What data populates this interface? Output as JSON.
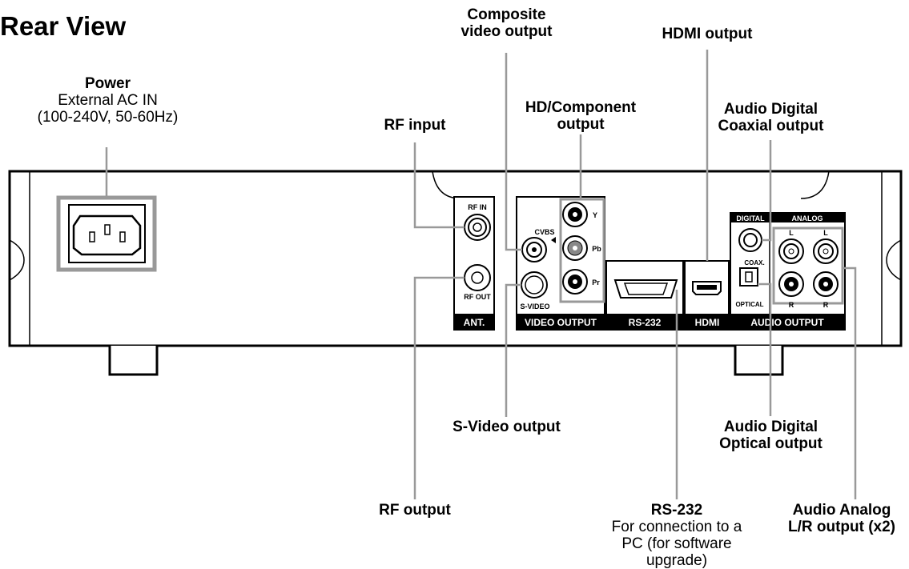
{
  "title": "Rear View",
  "callouts": {
    "power": {
      "title": "Power",
      "line1": "External AC IN",
      "line2": "(100-240V, 50-60Hz)"
    },
    "rf_input": {
      "title": "RF input"
    },
    "composite": {
      "line1": "Composite",
      "line2": "video output"
    },
    "hd_component": {
      "line1": "HD/Component",
      "line2": "output"
    },
    "hdmi": {
      "title": "HDMI output"
    },
    "audio_coax": {
      "line1": "Audio Digital",
      "line2": "Coaxial output"
    },
    "svideo": {
      "title": "S-Video output"
    },
    "audio_optical": {
      "line1": "Audio Digital",
      "line2": "Optical output"
    },
    "rf_output": {
      "title": "RF output"
    },
    "rs232": {
      "title": "RS-232",
      "line1": "For connection to a",
      "line2": "PC (for software",
      "line3": "upgrade)"
    },
    "audio_analog": {
      "line1": "Audio Analog",
      "line2": "L/R output (x2)"
    }
  },
  "panel_labels": {
    "rf_in": "RF IN",
    "rf_out": "RF OUT",
    "ant": "ANT.",
    "cvbs": "CVBS",
    "svideo": "S-VIDEO",
    "video_output": "VIDEO OUTPUT",
    "y": "Y",
    "pb": "Pb",
    "pr": "Pr",
    "rs232": "RS-232",
    "hdmi_logo": "HDMI",
    "digital": "DIGITAL",
    "analog": "ANALOG",
    "coax": "COAX.",
    "optical": "OPTICAL",
    "audio_output": "AUDIO OUTPUT",
    "l": "L",
    "r": "R"
  }
}
